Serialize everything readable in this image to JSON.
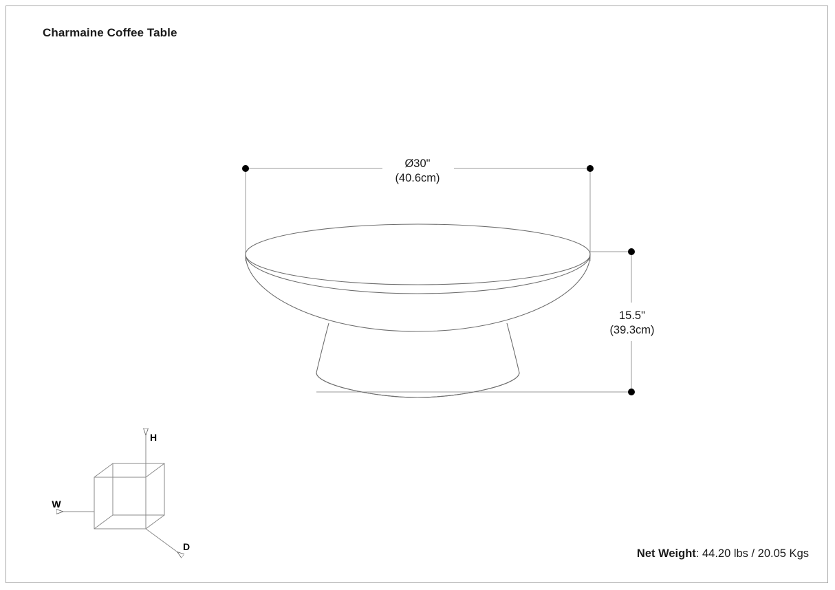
{
  "page": {
    "title": "Charmaine Coffee Table",
    "border_color": "#a8a8a8",
    "background": "#ffffff",
    "line_color": "#6e6e6e",
    "dim_line_color": "#9a9a9a",
    "text_color": "#1a1a1a"
  },
  "dimensions": {
    "width": {
      "name": "diameter",
      "imperial": "Ø30\"",
      "metric": "(40.6cm)"
    },
    "height": {
      "name": "height",
      "imperial": "15.5\"",
      "metric": "(39.3cm)"
    }
  },
  "axis_legend": {
    "height_label": "H",
    "width_label": "W",
    "depth_label": "D"
  },
  "footer": {
    "weight_label": "Net Weight",
    "weight_value": ": 44.20 lbs / 20.05 Kgs"
  },
  "chart_data": {
    "type": "table",
    "title": "Charmaine Coffee Table",
    "rows": [
      {
        "label": "Diameter",
        "imperial": "Ø30\"",
        "metric": "40.6cm"
      },
      {
        "label": "Height",
        "imperial": "15.5\"",
        "metric": "39.3cm"
      },
      {
        "label": "Net Weight",
        "imperial": "44.20 lbs",
        "metric": "20.05 Kgs"
      }
    ]
  }
}
